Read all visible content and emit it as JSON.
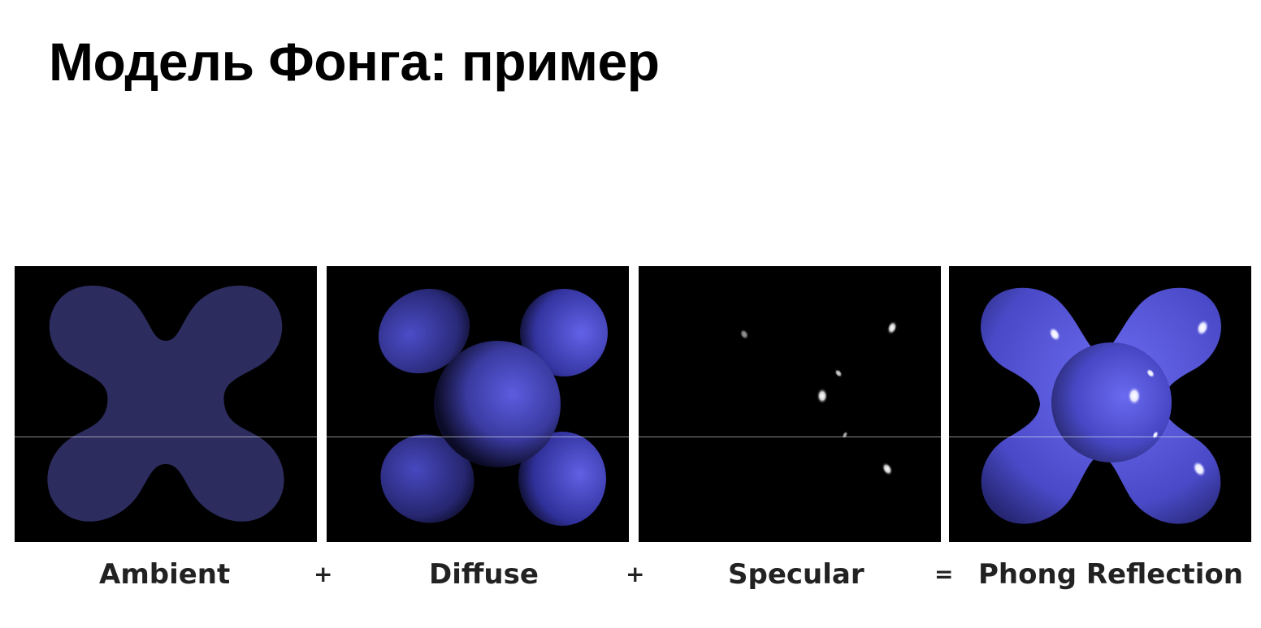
{
  "slide": {
    "title": "Модель Фонга: пример"
  },
  "figure": {
    "panels": [
      {
        "id": "ambient",
        "caption": "Ambient"
      },
      {
        "id": "diffuse",
        "caption": "Diffuse"
      },
      {
        "id": "specular",
        "caption": "Specular"
      },
      {
        "id": "phong",
        "caption": "Phong Reflection"
      }
    ],
    "operators": [
      "+",
      "+",
      "="
    ],
    "colors": {
      "background": "#000000",
      "ambient_fill": "#2a2a5c",
      "diffuse_base": "#5a5ad8",
      "specular_highlight": "#ffffff"
    }
  }
}
